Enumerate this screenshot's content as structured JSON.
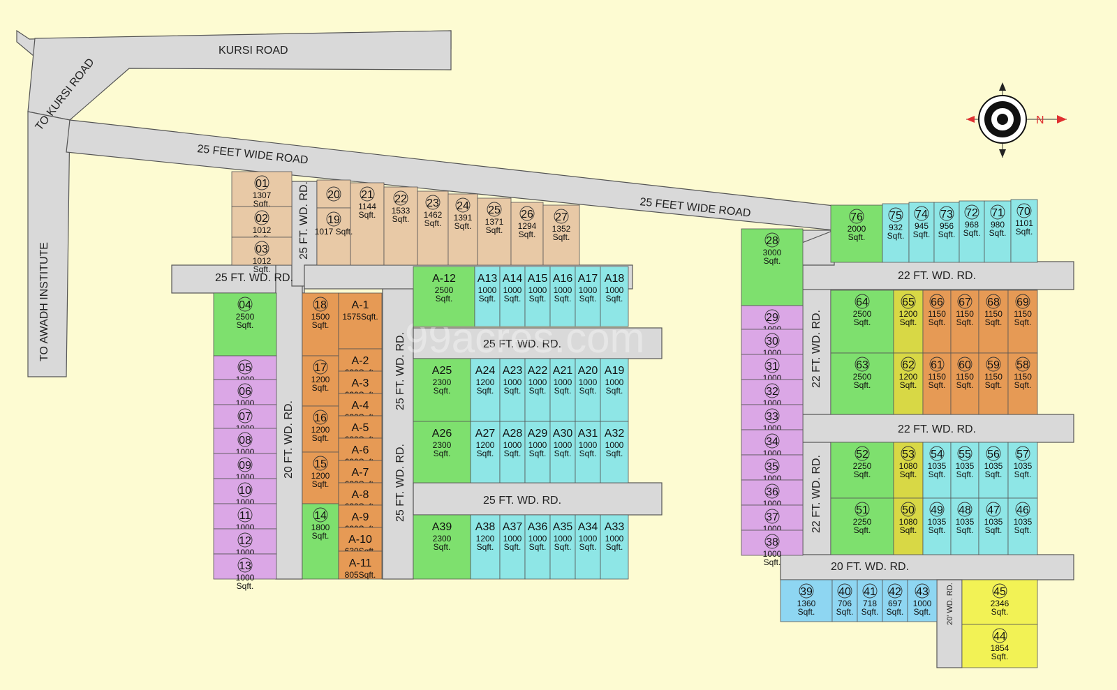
{
  "roads": {
    "kursi_road": "KURSI ROAD",
    "to_kursi_road": "TO KURSI ROAD",
    "to_awadh_institute": "TO AWADH INSTITUTE",
    "feet_wide_road_1": "25 FEET WIDE ROAD",
    "feet_wide_road_2": "25 FEET WIDE ROAD",
    "wd_rd_25_left": "25 FT. WD. RD.",
    "wd_rd_25_mid_a": "25 FT. WD. RD.",
    "wd_rd_25_mid_b": "25 FT. WD. RD.",
    "wd_rd_25_vert_a": "25 FT. WD. RD.",
    "wd_rd_25_vert_b": "25 FT. WD. RD.",
    "wd_rd_25_vert_c": "25 FT. WD. RD.",
    "wd_rd_20_vert": "20 FT. WD. RD.",
    "wd_rd_22_a": "22 FT. WD. RD.",
    "wd_rd_22_b": "22 FT. WD. RD.",
    "wd_rd_22_vert_a": "22 FT. WD. RD.",
    "wd_rd_22_vert_b": "22 FT. WD. RD.",
    "wd_rd_20_bottom": "20 FT. WD. RD.",
    "wd_rd_20_small": "20' WD. RD."
  },
  "watermark": "99acres.com",
  "compass": {
    "north_label": "N"
  },
  "colors": {
    "tan": "#e8c9a6",
    "purple": "#dba7e6",
    "green": "#7ee06e",
    "orange": "#e69a55",
    "cyan": "#8ee6e6",
    "olive": "#d8d845",
    "yellow": "#f2f255",
    "lightblue": "#8ed6f2"
  }
}
